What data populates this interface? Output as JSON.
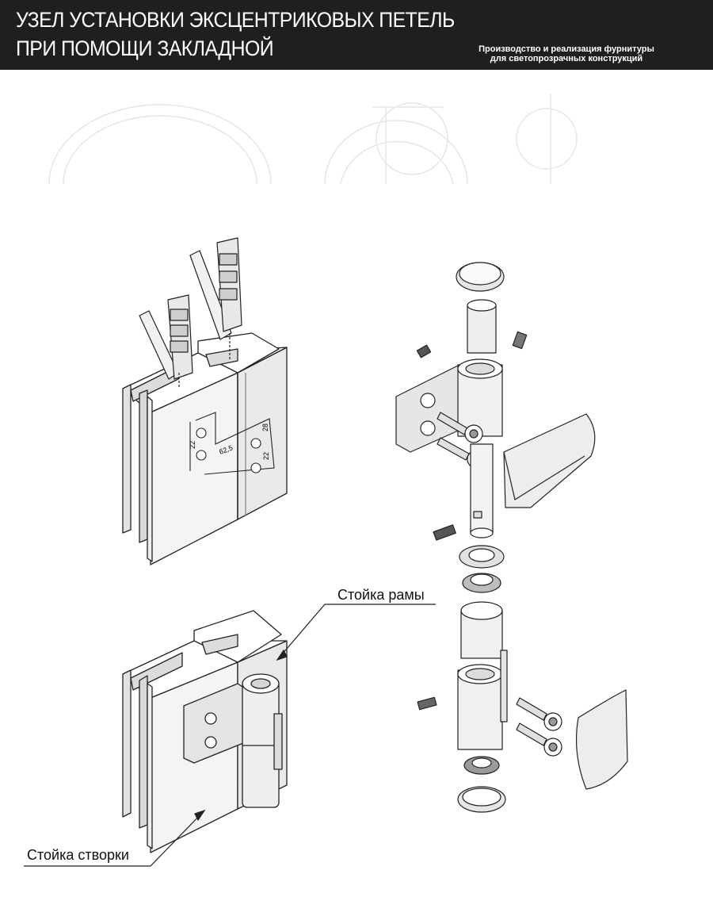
{
  "header": {
    "title_line1": "УЗЕЛ УСТАНОВКИ ЭКСЦЕНТРИКОВЫХ ПЕТЕЛЬ",
    "title_line2": "ПРИ ПОМОЩИ ЗАКЛАДНОЙ",
    "company_line1": "Производство и реализация фурнитуры",
    "company_line2": "для светопрозрачных конструкций",
    "background": "#1f1f1f"
  },
  "dimensions": {
    "d1": "22",
    "d2": "62,5",
    "d3": "28",
    "d4": "22"
  },
  "labels": {
    "frame_post": "Стойка рамы",
    "sash_post": "Стойка створки"
  }
}
